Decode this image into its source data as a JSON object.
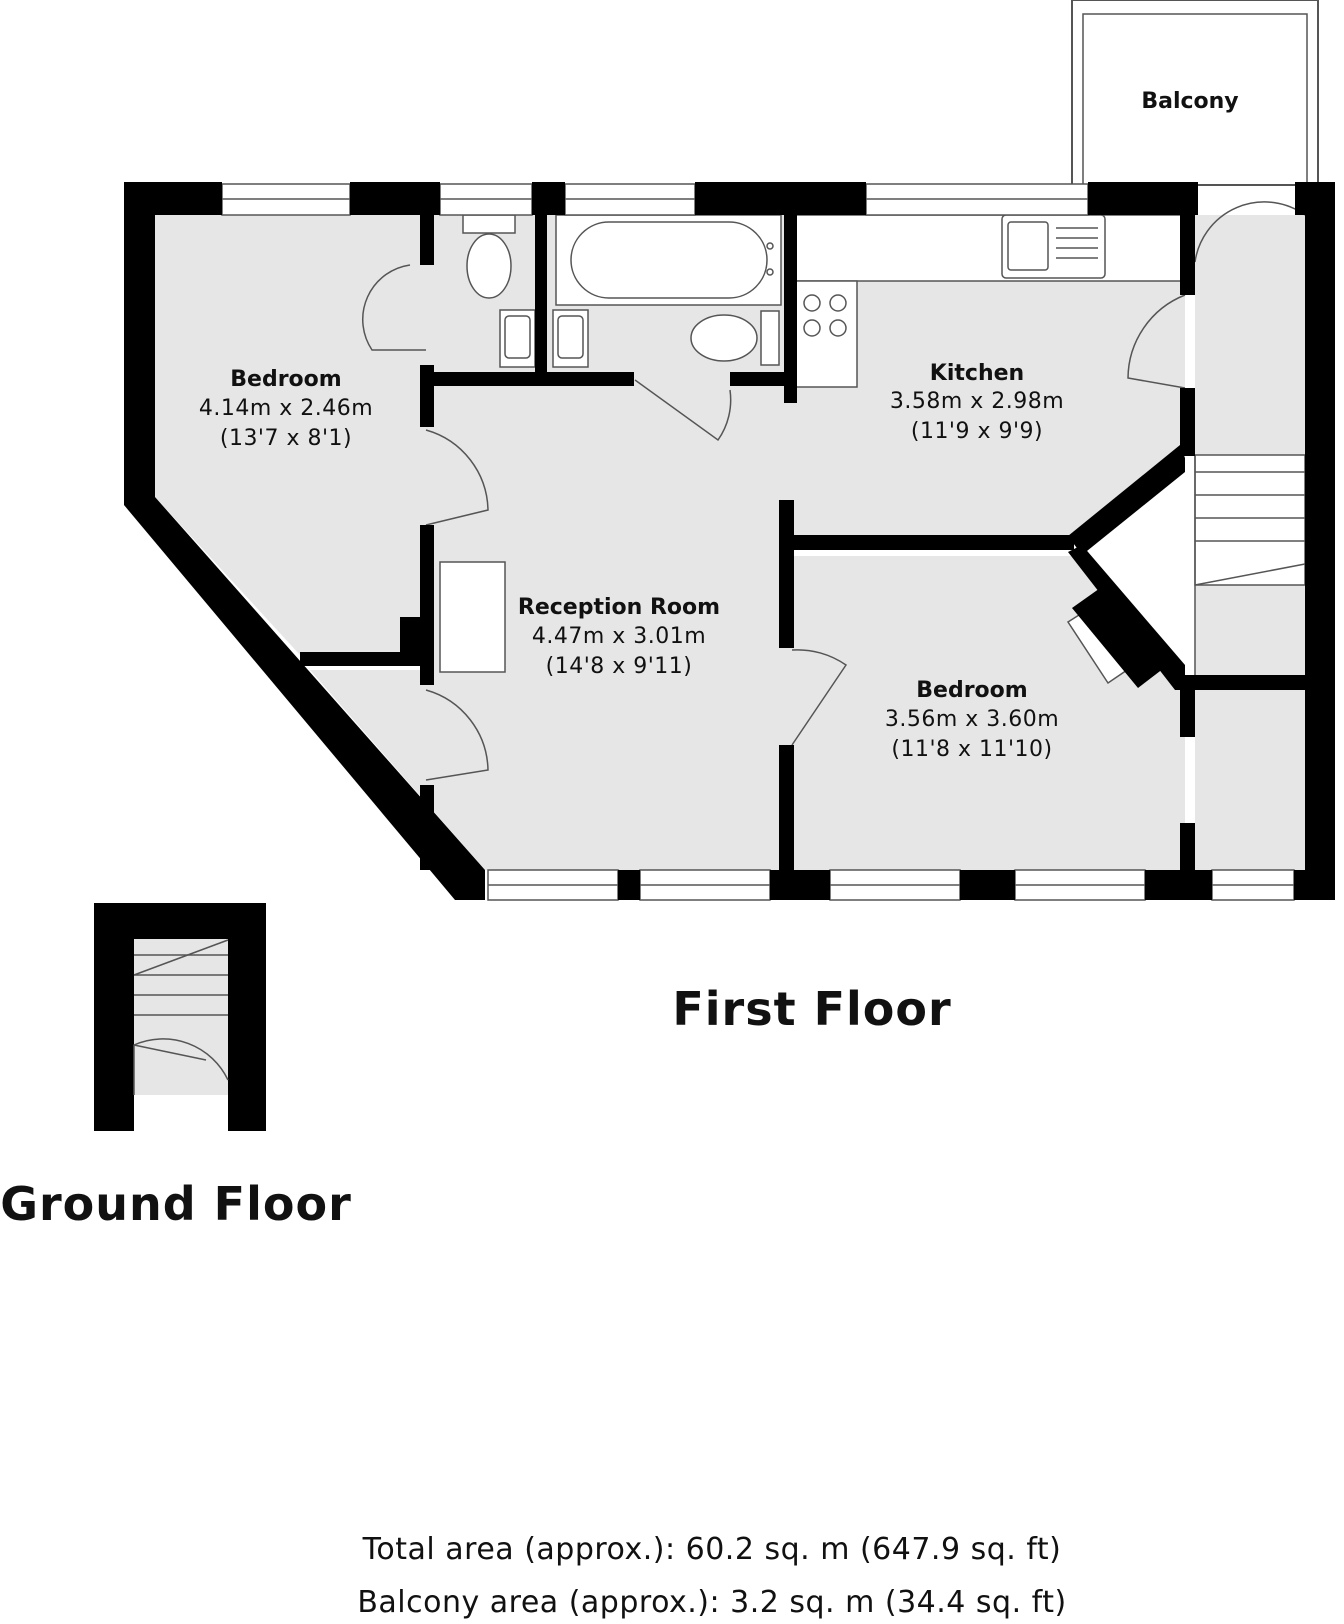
{
  "rooms": {
    "bedroom1": {
      "name": "Bedroom",
      "metric": "4.14m x 2.46m",
      "imperial": "(13'7 x 8'1)"
    },
    "kitchen": {
      "name": "Kitchen",
      "metric": "3.58m x 2.98m",
      "imperial": "(11'9 x 9'9)"
    },
    "reception": {
      "name": "Reception Room",
      "metric": "4.47m x 3.01m",
      "imperial": "(14'8 x 9'11)"
    },
    "bedroom2": {
      "name": "Bedroom",
      "metric": "3.56m x 3.60m",
      "imperial": "(11'8 x 11'10)"
    },
    "balcony": {
      "name": "Balcony"
    }
  },
  "floors": {
    "first": "First Floor",
    "ground": "Ground Floor"
  },
  "areas": {
    "total": "Total area (approx.): 60.2 sq. m (647.9 sq. ft)",
    "balcony": "Balcony area (approx.): 3.2 sq. m (34.4 sq. ft)"
  },
  "colors": {
    "wall": "#000000",
    "floor_fill": "#e6e6e6",
    "fixture_stroke": "#555555"
  }
}
